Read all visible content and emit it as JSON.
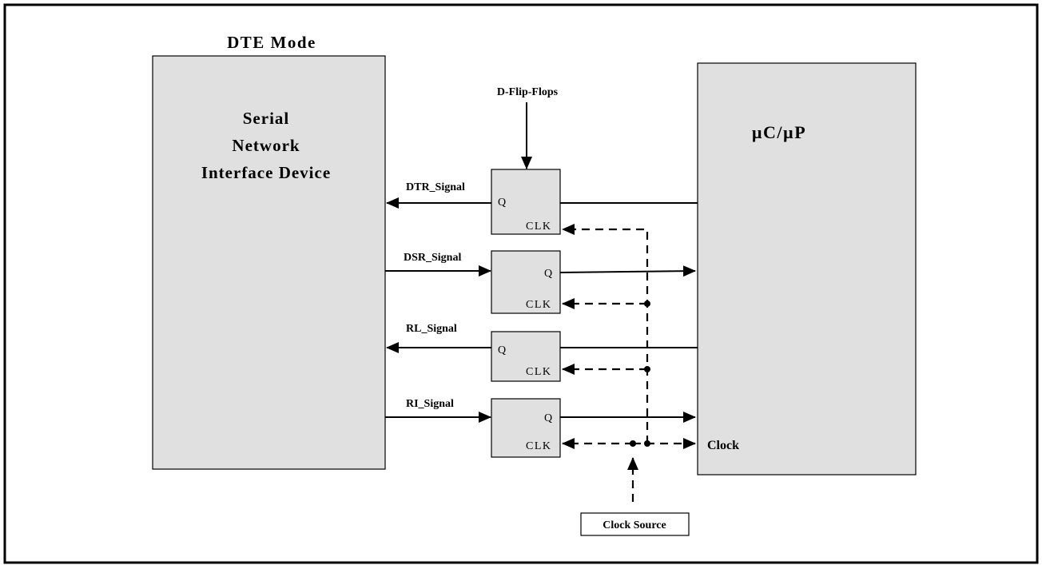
{
  "diagram": {
    "title": "DTE Mode",
    "device_left": {
      "line1": "Serial",
      "line2": "Network",
      "line3": "Interface Device"
    },
    "device_right": "µC/µP",
    "flip_flops_label": "D-Flip-Flops",
    "pin_q": "Q",
    "pin_clk": "CLK",
    "signals": {
      "dtr": "DTR_Signal",
      "dsr": "DSR_Signal",
      "rl": "RL_Signal",
      "ri": "RI_Signal"
    },
    "clock_label": "Clock",
    "clock_source": "Clock Source"
  },
  "colors": {
    "block_fill": "#e0e0e0",
    "stroke": "#000000"
  }
}
